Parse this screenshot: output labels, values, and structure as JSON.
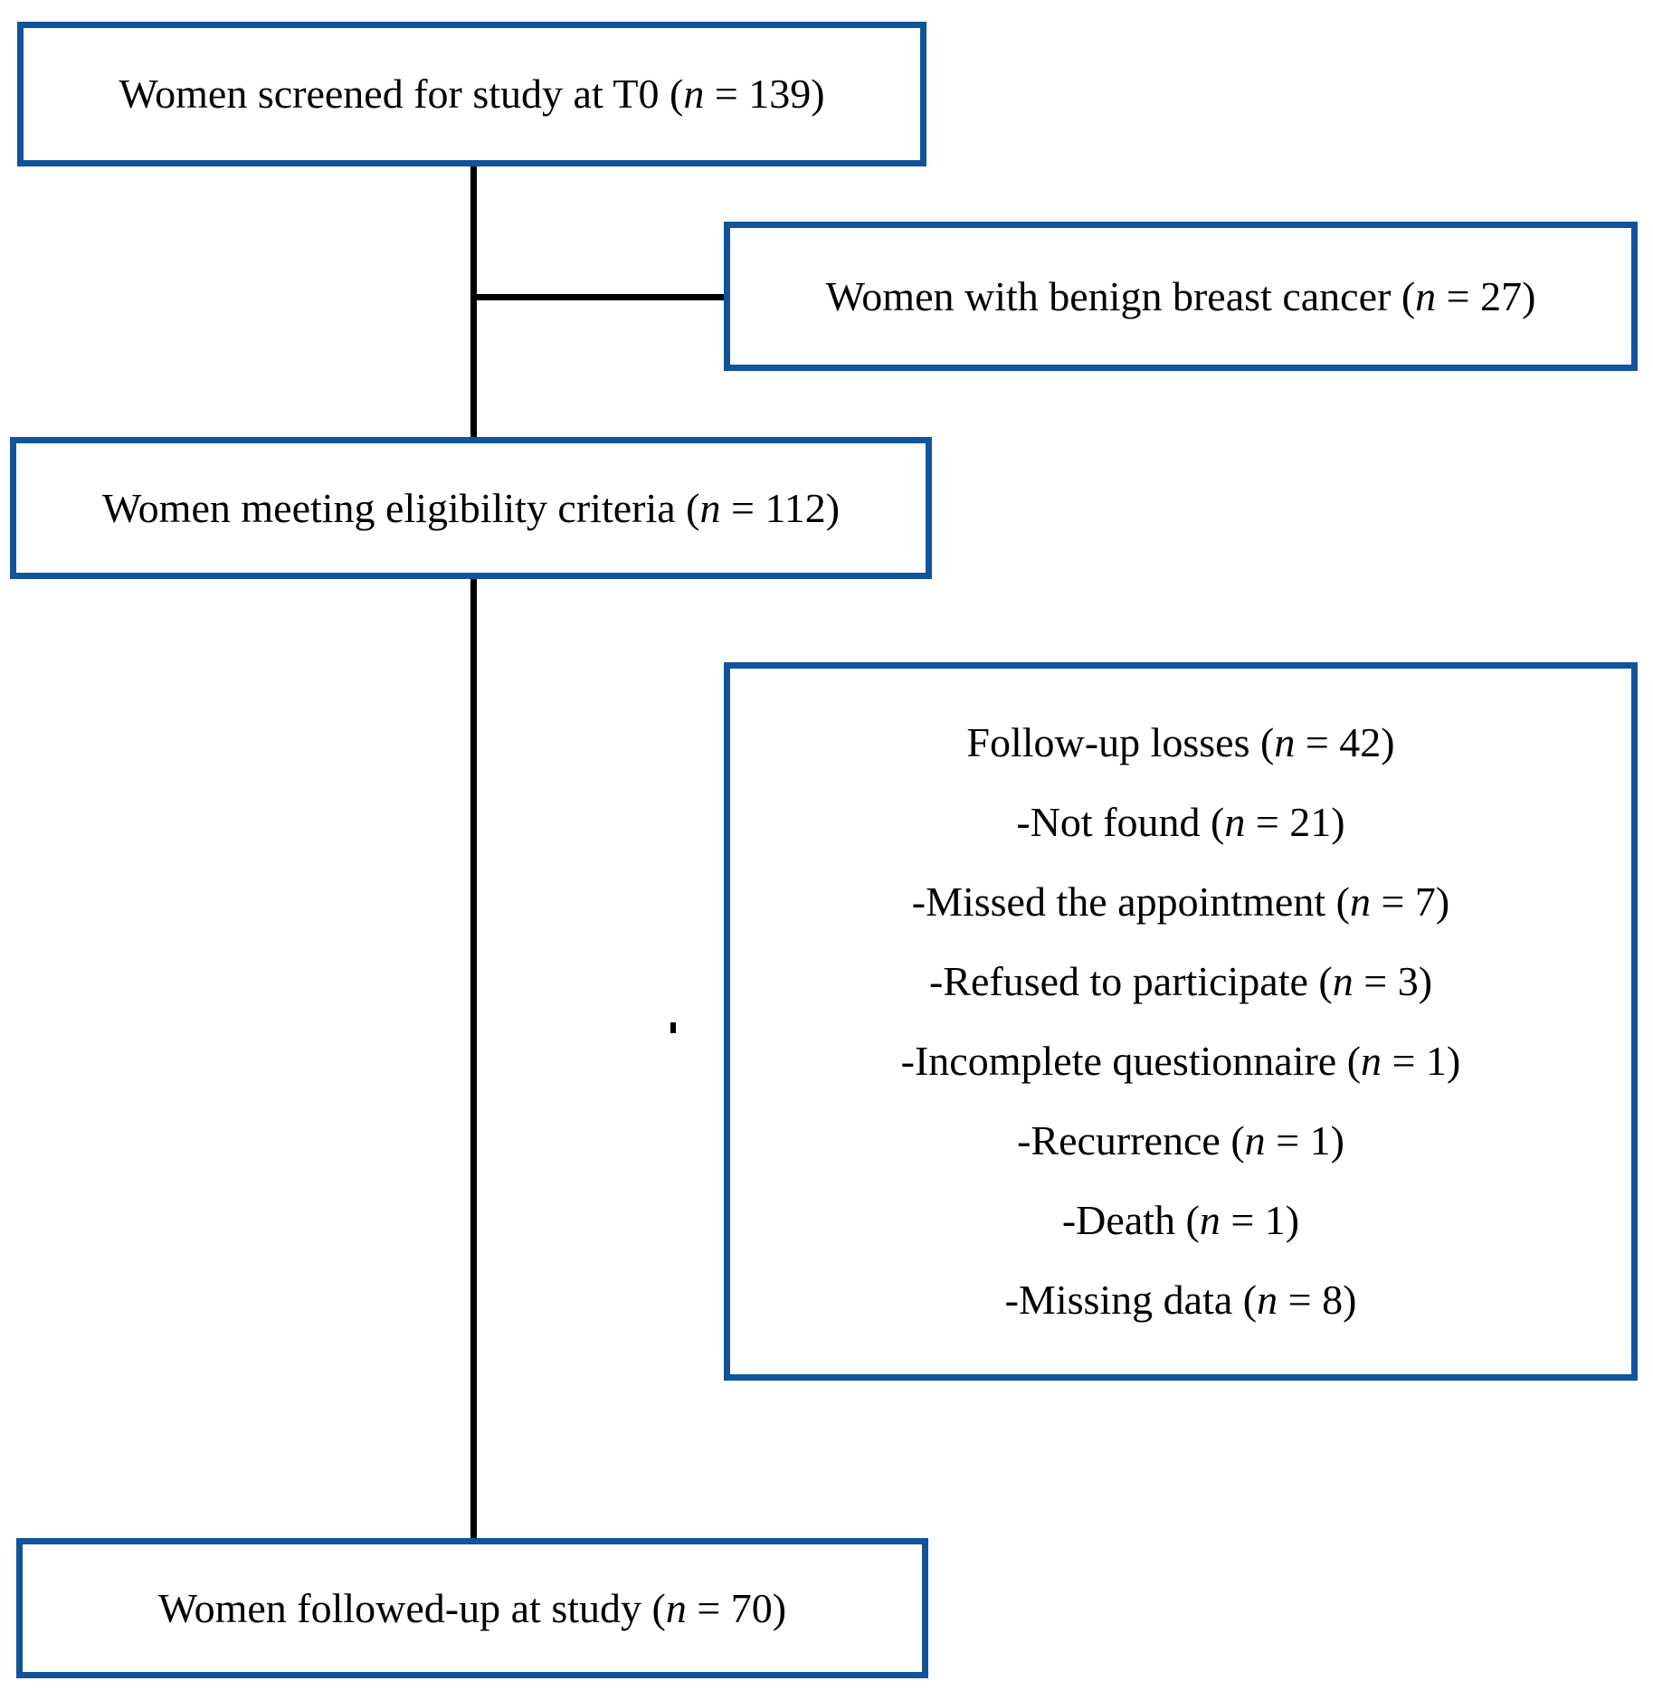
{
  "format": {
    "open": " (",
    "n": "n",
    "eq": " = ",
    "close": ")"
  },
  "colors": {
    "box_border": "#10549B",
    "connector": "#000000",
    "text": "#000000",
    "background": "#ffffff"
  },
  "flow": {
    "screened": {
      "text": "Women screened for study at T0",
      "n": "139"
    },
    "benign": {
      "text": "Women with benign breast cancer",
      "n": "27"
    },
    "eligible": {
      "text": "Women meeting eligibility criteria",
      "n": "112"
    },
    "losses": {
      "title": {
        "text": "Follow-up losses",
        "n": "42"
      },
      "items": [
        {
          "text": "-Not found",
          "n": "21"
        },
        {
          "text": "-Missed the appointment",
          "n": "7"
        },
        {
          "text": "-Refused to participate",
          "n": "3"
        },
        {
          "text": "-Incomplete questionnaire",
          "n": "1"
        },
        {
          "text": "-Recurrence",
          "n": "1"
        },
        {
          "text": "-Death",
          "n": "1"
        },
        {
          "text": "-Missing data",
          "n": "8"
        }
      ]
    },
    "followed": {
      "text": "Women followed-up at study",
      "n": "70"
    }
  }
}
